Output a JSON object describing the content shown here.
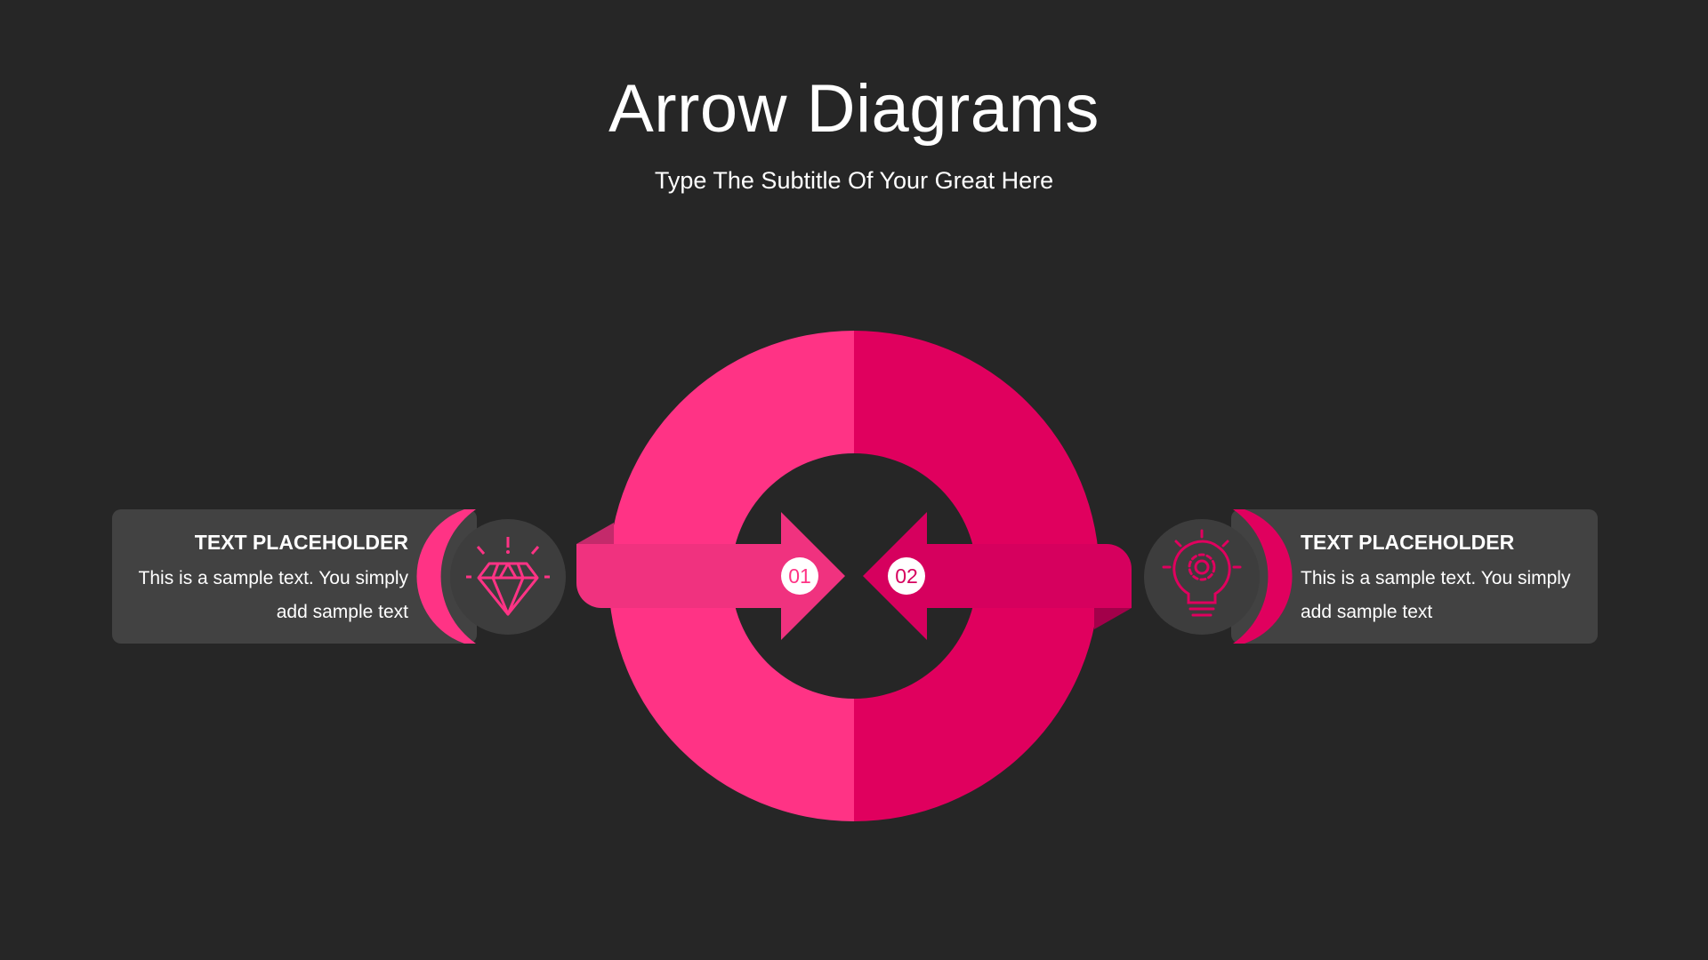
{
  "header": {
    "title": "Arrow Diagrams",
    "subtitle": "Type The Subtitle Of Your Great Here"
  },
  "colors": {
    "background": "#262626",
    "panel": "#424242",
    "pink_light": "#ff3385",
    "pink_dark": "#e0005e",
    "text": "#ffffff"
  },
  "steps": [
    {
      "number": "01",
      "heading": "TEXT PLACEHOLDER",
      "body": "This is a sample text. You simply add sample text",
      "icon": "diamond-icon"
    },
    {
      "number": "02",
      "heading": "TEXT PLACEHOLDER",
      "body": "This is a sample text. You simply add sample text",
      "icon": "lightbulb-gear-icon"
    }
  ]
}
